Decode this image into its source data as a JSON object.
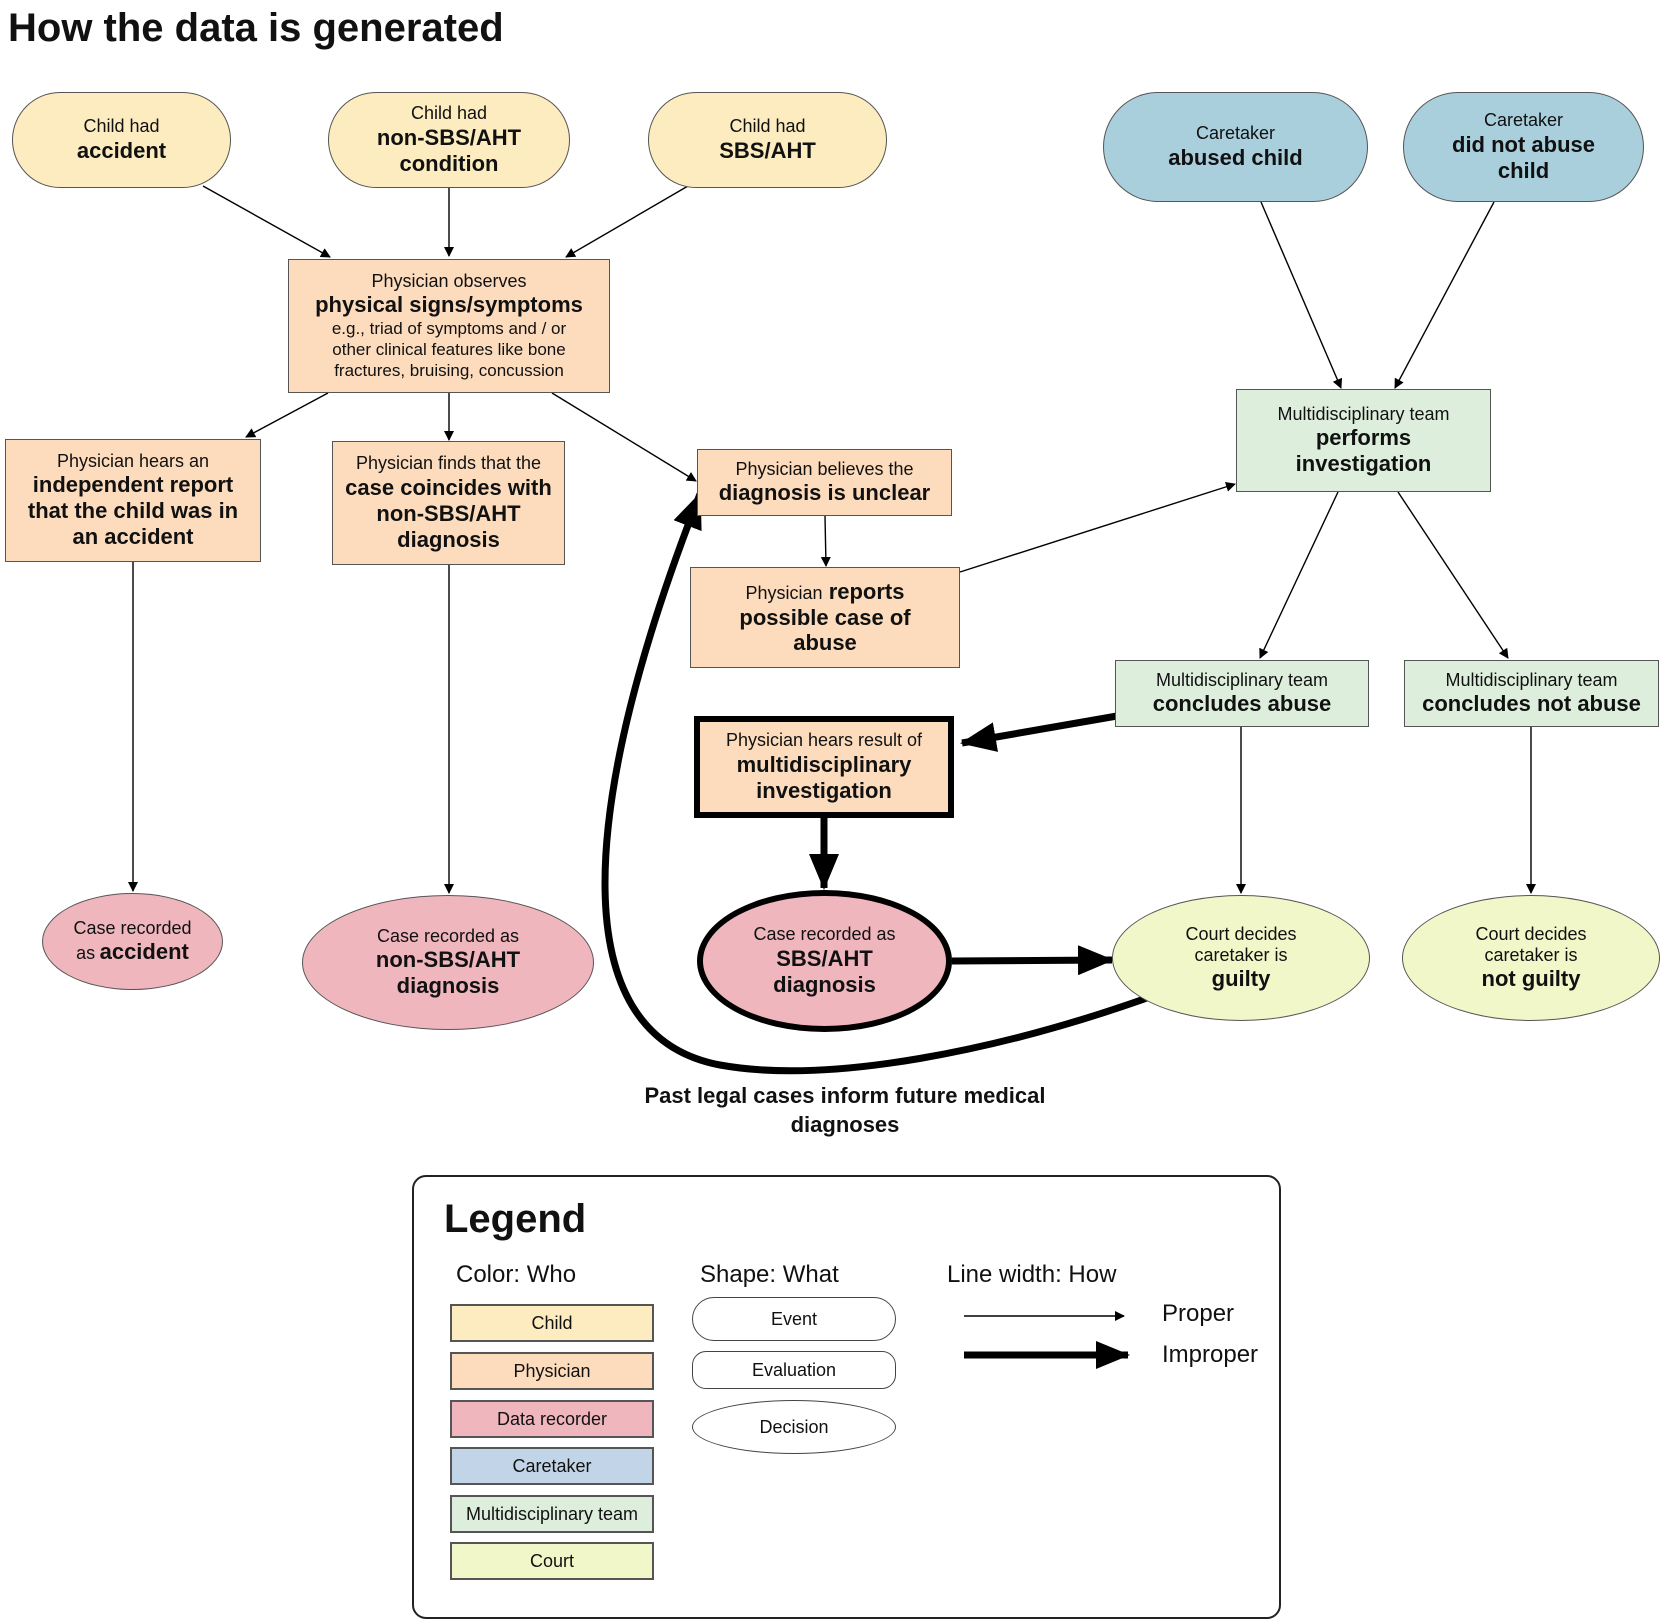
{
  "title": "How the data is generated",
  "nodes": {
    "child_accident": {
      "line1": "Child had",
      "line2": "accident"
    },
    "child_condition": {
      "line1": "Child had",
      "line2": "non-SBS/AHT condition"
    },
    "child_sbs": {
      "line1": "Child had",
      "line2": "SBS/AHT"
    },
    "caretaker_abused": {
      "line1": "Caretaker",
      "line2": "abused child"
    },
    "caretaker_not": {
      "line1": "Caretaker",
      "line2": "did not abuse child"
    },
    "observes": {
      "line1": "Physician observes",
      "line2": "physical signs/symptoms",
      "line3": "e.g., triad of symptoms and / or other clinical features like bone fractures, bruising, concussion"
    },
    "hears_report": {
      "line1": "Physician hears an",
      "line2": "independent report that the child was in an accident"
    },
    "finds_coincides": {
      "line1": "Physician finds that the",
      "line2": "case coincides with non-SBS/AHT diagnosis"
    },
    "believes_unclear": {
      "line1": "Physician believes the",
      "line2": "diagnosis is unclear"
    },
    "reports_abuse": {
      "line1": "Physician",
      "line2a": "reports",
      "line2": "possible case of abuse"
    },
    "team_investigation": {
      "line1": "Multidisciplinary team",
      "line2": "performs investigation"
    },
    "team_abuse": {
      "line1": "Multidisciplinary team",
      "line2": "concludes abuse"
    },
    "team_not_abuse": {
      "line1": "Multidisciplinary team",
      "line2": "concludes not abuse"
    },
    "hears_result": {
      "line1": "Physician hears result of",
      "line2": "multidisciplinary investigation"
    },
    "rec_accident": {
      "line1": "Case recorded",
      "line2a": "as",
      "line2": "accident"
    },
    "rec_condition": {
      "line1": "Case recorded as",
      "line2": "non-SBS/AHT diagnosis"
    },
    "rec_sbs": {
      "line1": "Case recorded as",
      "line2": "SBS/AHT diagnosis"
    },
    "court_guilty": {
      "line1": "Court decides caretaker is",
      "line2": "guilty"
    },
    "court_not_guilty": {
      "line1": "Court decides caretaker is",
      "line2": "not guilty"
    }
  },
  "feedback_note": "Past legal cases inform future medical diagnoses",
  "legend": {
    "title": "Legend",
    "color_heading": "Color: Who",
    "shape_heading": "Shape: What",
    "line_heading": "Line width: How",
    "colors": [
      {
        "label": "Child",
        "color": "#fcecc0"
      },
      {
        "label": "Physician",
        "color": "#fddcbd"
      },
      {
        "label": "Data recorder",
        "color": "#efb6be"
      },
      {
        "label": "Caretaker",
        "color": "#c2d5e8"
      },
      {
        "label": "Multidisciplinary team",
        "color": "#ddefdc"
      },
      {
        "label": "Court",
        "color": "#f1f7c9"
      }
    ],
    "shapes": [
      {
        "label": "Event",
        "shape": "rounded-pill"
      },
      {
        "label": "Evaluation",
        "shape": "rounded-rectangle"
      },
      {
        "label": "Decision",
        "shape": "ellipse"
      }
    ],
    "lines": [
      {
        "label": "Proper",
        "style": "thin-arrow"
      },
      {
        "label": "Improper",
        "style": "thick-arrow"
      }
    ]
  }
}
